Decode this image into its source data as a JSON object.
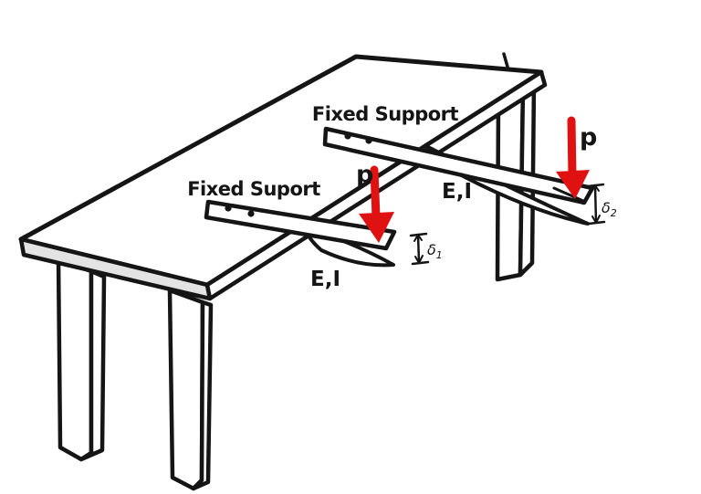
{
  "diagram": {
    "description": "Hand-drawn sketch of a table with two ruler cantilever beams clamped to the tabletop, loaded at their free ends and deflecting downward",
    "background": "#ffffff"
  },
  "labels": {
    "fixed_support_right_beam": "Fixed Support",
    "fixed_support_left_beam": "Fixed Suport",
    "load_left": "p",
    "load_right": "p",
    "flexural_rigidity_left": "E,I",
    "flexural_rigidity_right": "E,I",
    "deflection_left": {
      "symbol": "δ",
      "subscript": "1"
    },
    "deflection_right": {
      "symbol": "δ",
      "subscript": "2"
    }
  },
  "colors": {
    "line_black": "#151515",
    "arrow_red": "#e01111",
    "table_edge_gray": "#e3e3e3",
    "background": "#ffffff"
  }
}
